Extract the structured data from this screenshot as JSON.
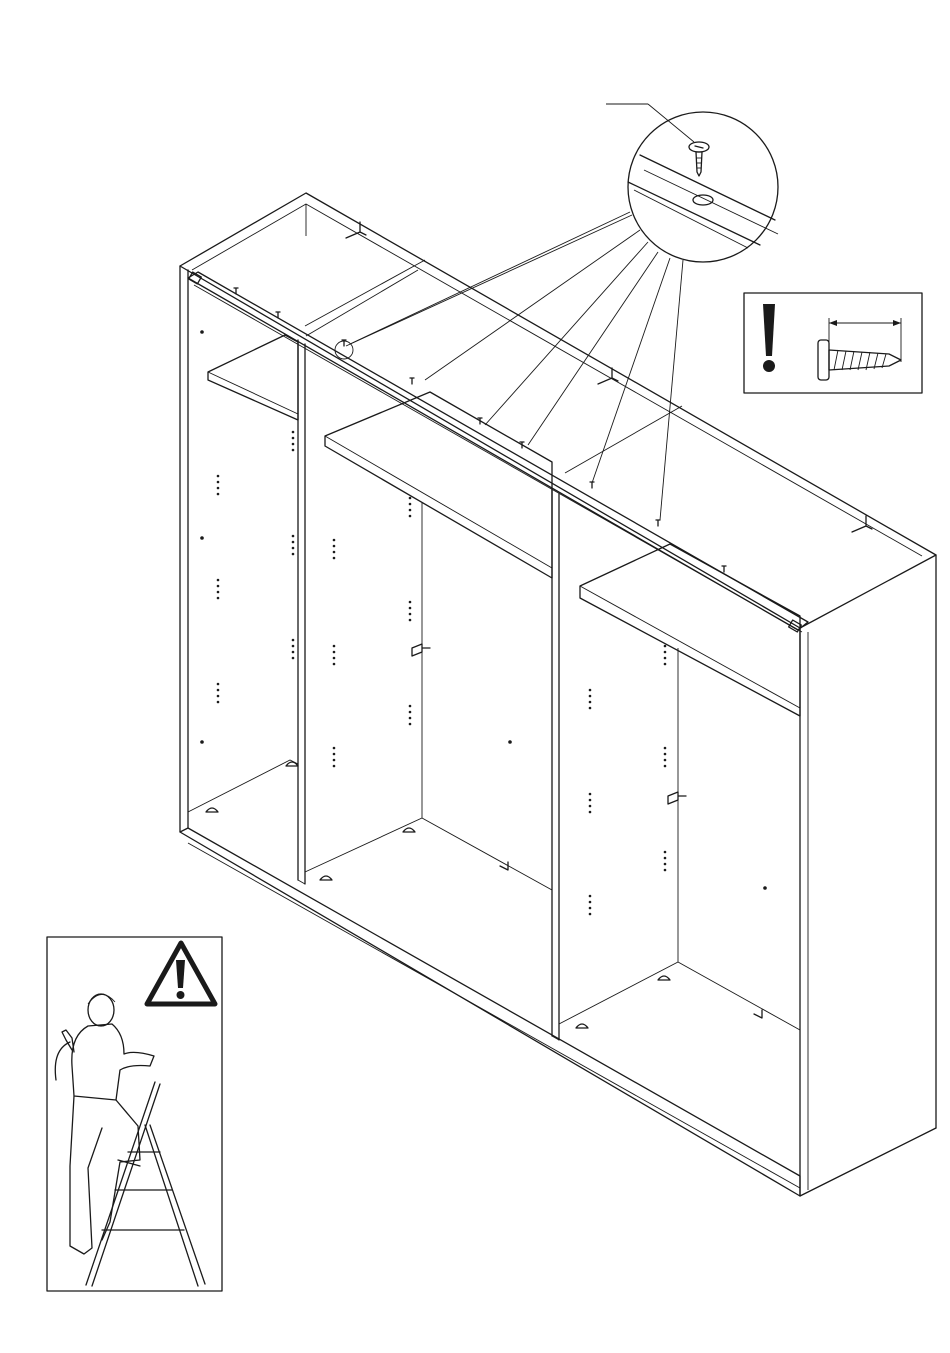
{
  "page": {
    "kind": "assembly-instruction-step",
    "background": "#ffffff",
    "line_color": "#1a1a1a"
  },
  "figure": {
    "wardrobe": {
      "icon": "wardrobe-three-section-top-view-icon",
      "compartments": 3
    },
    "detail_callout": {
      "icon": "screw-into-slot-detail-icon",
      "pointer_count": 7
    },
    "screw_spec_box": {
      "icon": "exclamation-and-screw-length-icon"
    },
    "safety_box": {
      "icon": "warning-triangle-person-on-stepladder-icon"
    }
  }
}
